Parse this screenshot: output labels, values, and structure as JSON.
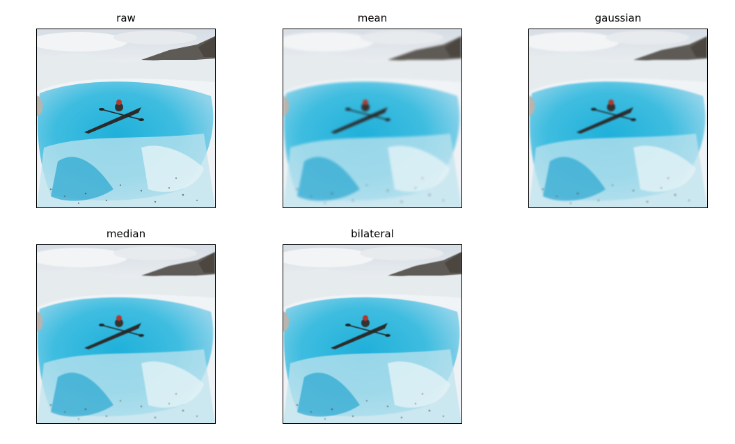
{
  "figure": {
    "panels": [
      {
        "title": "raw",
        "filter": "none"
      },
      {
        "title": "mean",
        "filter": "mean"
      },
      {
        "title": "gaussian",
        "filter": "gaussian"
      },
      {
        "title": "median",
        "filter": "median"
      },
      {
        "title": "bilateral",
        "filter": "bilateral"
      }
    ]
  },
  "colors": {
    "water": "#2fb6dc",
    "ice": "#eef2f4",
    "sky": "#dfe6ec",
    "kayak": "#2b2b2b"
  }
}
